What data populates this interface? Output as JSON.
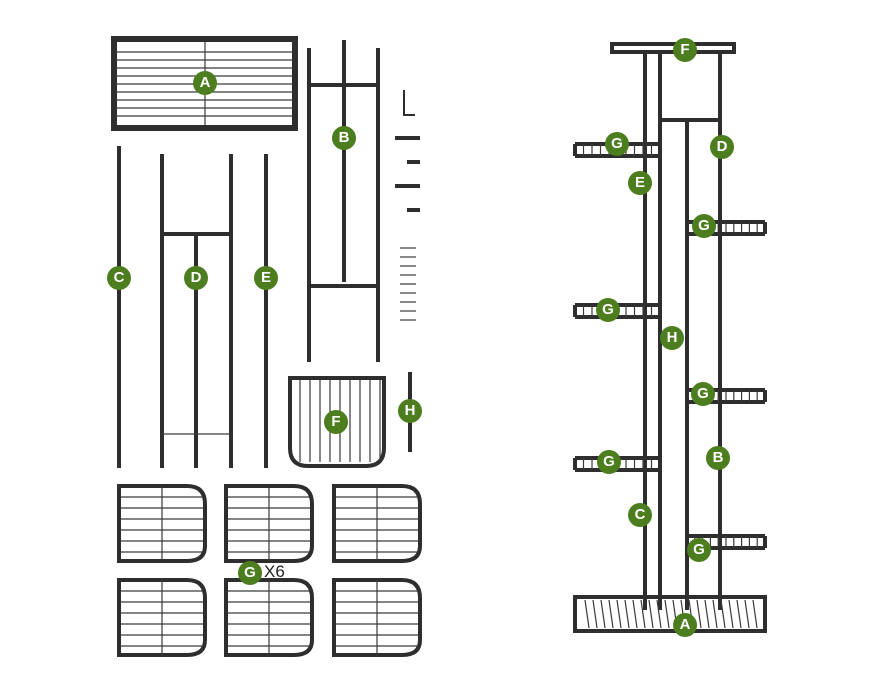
{
  "badge_color": "#4c7d1f",
  "parts_labels": {
    "a": "A",
    "b": "B",
    "c": "C",
    "d": "D",
    "e": "E",
    "f": "F",
    "g": "G",
    "h": "H",
    "g_quantity": "X6"
  },
  "assembled_labels": [
    "F",
    "G",
    "D",
    "E",
    "G",
    "G",
    "H",
    "G",
    "B",
    "G",
    "C",
    "G",
    "A"
  ]
}
